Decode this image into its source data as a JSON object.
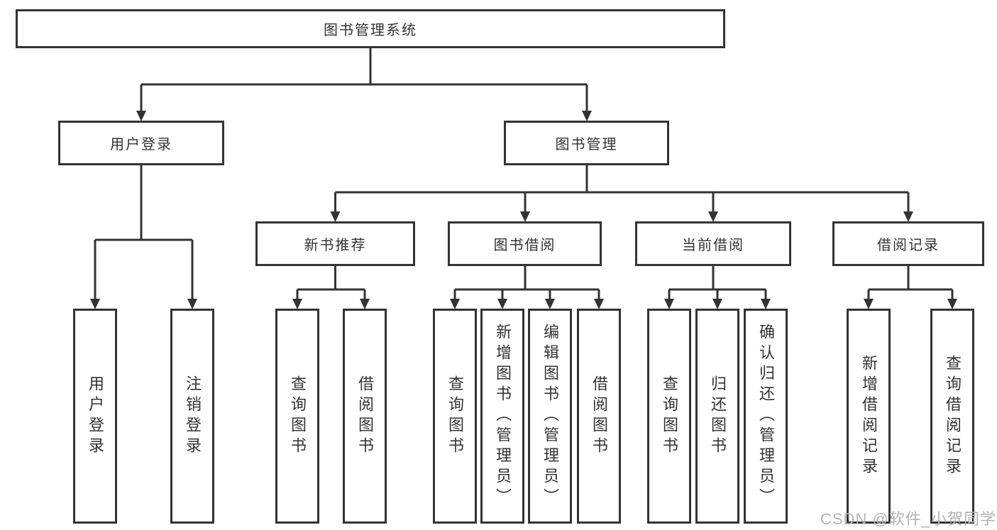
{
  "diagram": {
    "title": "图书管理系统",
    "branches": [
      {
        "label": "用户登录",
        "children": [
          {
            "label": "用户登录"
          },
          {
            "label": "注销登录"
          }
        ]
      },
      {
        "label": "图书管理",
        "children": [
          {
            "label": "新书推荐",
            "children": [
              {
                "label": "查询图书"
              },
              {
                "label": "借阅图书"
              }
            ]
          },
          {
            "label": "图书借阅",
            "children": [
              {
                "label": "查询图书"
              },
              {
                "label": "新增图书（管理员）"
              },
              {
                "label": "编辑图书（管理员）"
              },
              {
                "label": "借阅图书"
              }
            ]
          },
          {
            "label": "当前借阅",
            "children": [
              {
                "label": "查询图书"
              },
              {
                "label": "归还图书"
              },
              {
                "label": "确认归还（管理员）"
              }
            ]
          },
          {
            "label": "借阅记录",
            "children": [
              {
                "label": "新增借阅记录"
              },
              {
                "label": "查询借阅记录"
              }
            ]
          }
        ]
      }
    ]
  },
  "watermark": {
    "text": "CSDN @软件_小贺同学"
  },
  "colors": {
    "background": "#ffffff",
    "box_border": "#333333",
    "connector_line": "#333333",
    "text": "#333333",
    "watermark_text": "#b5b1b3"
  }
}
